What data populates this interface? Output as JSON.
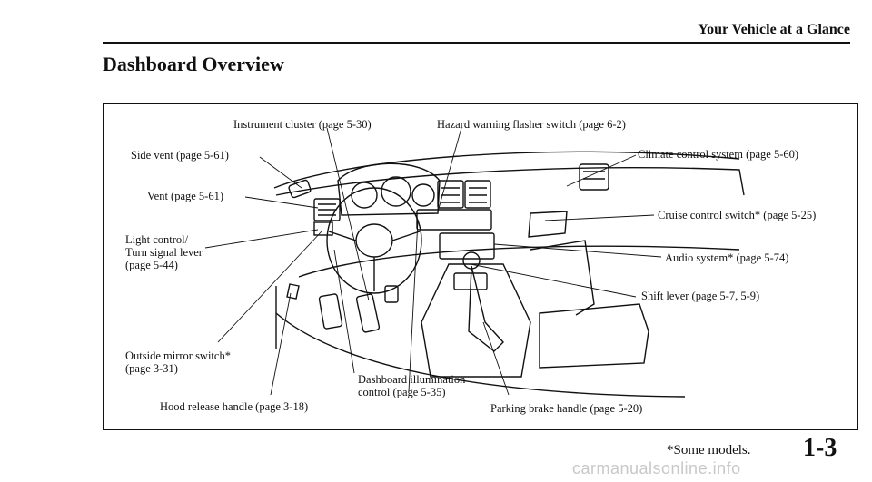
{
  "header": {
    "title": "Your Vehicle at a Glance"
  },
  "section_title": "Dashboard Overview",
  "callouts": {
    "instrument_cluster": "Instrument cluster (page 5-30)",
    "hazard_switch": "Hazard warning flasher switch (page 6-2)",
    "side_vent": "Side vent (page 5-61)",
    "climate_control": "Climate control system (page 5-60)",
    "vent": "Vent (page 5-61)",
    "cruise_control": "Cruise control switch* (page 5-25)",
    "light_control_1": "Light control/",
    "light_control_2": "Turn signal lever",
    "light_control_3": "(page 5-44)",
    "audio_system": "Audio system* (page 5-74)",
    "shift_lever": "Shift lever (page 5-7, 5-9)",
    "outside_mirror_1": "Outside mirror switch*",
    "outside_mirror_2": "(page 3-31)",
    "dash_illumination_1": "Dashboard illumination",
    "dash_illumination_2": "control (page 5-35)",
    "hood_release": "Hood release handle (page 3-18)",
    "parking_brake": "Parking brake handle (page 5-20)"
  },
  "footer": {
    "footnote": "*Some models.",
    "page_number": "1-3",
    "watermark": "carmanualsonline.info"
  }
}
